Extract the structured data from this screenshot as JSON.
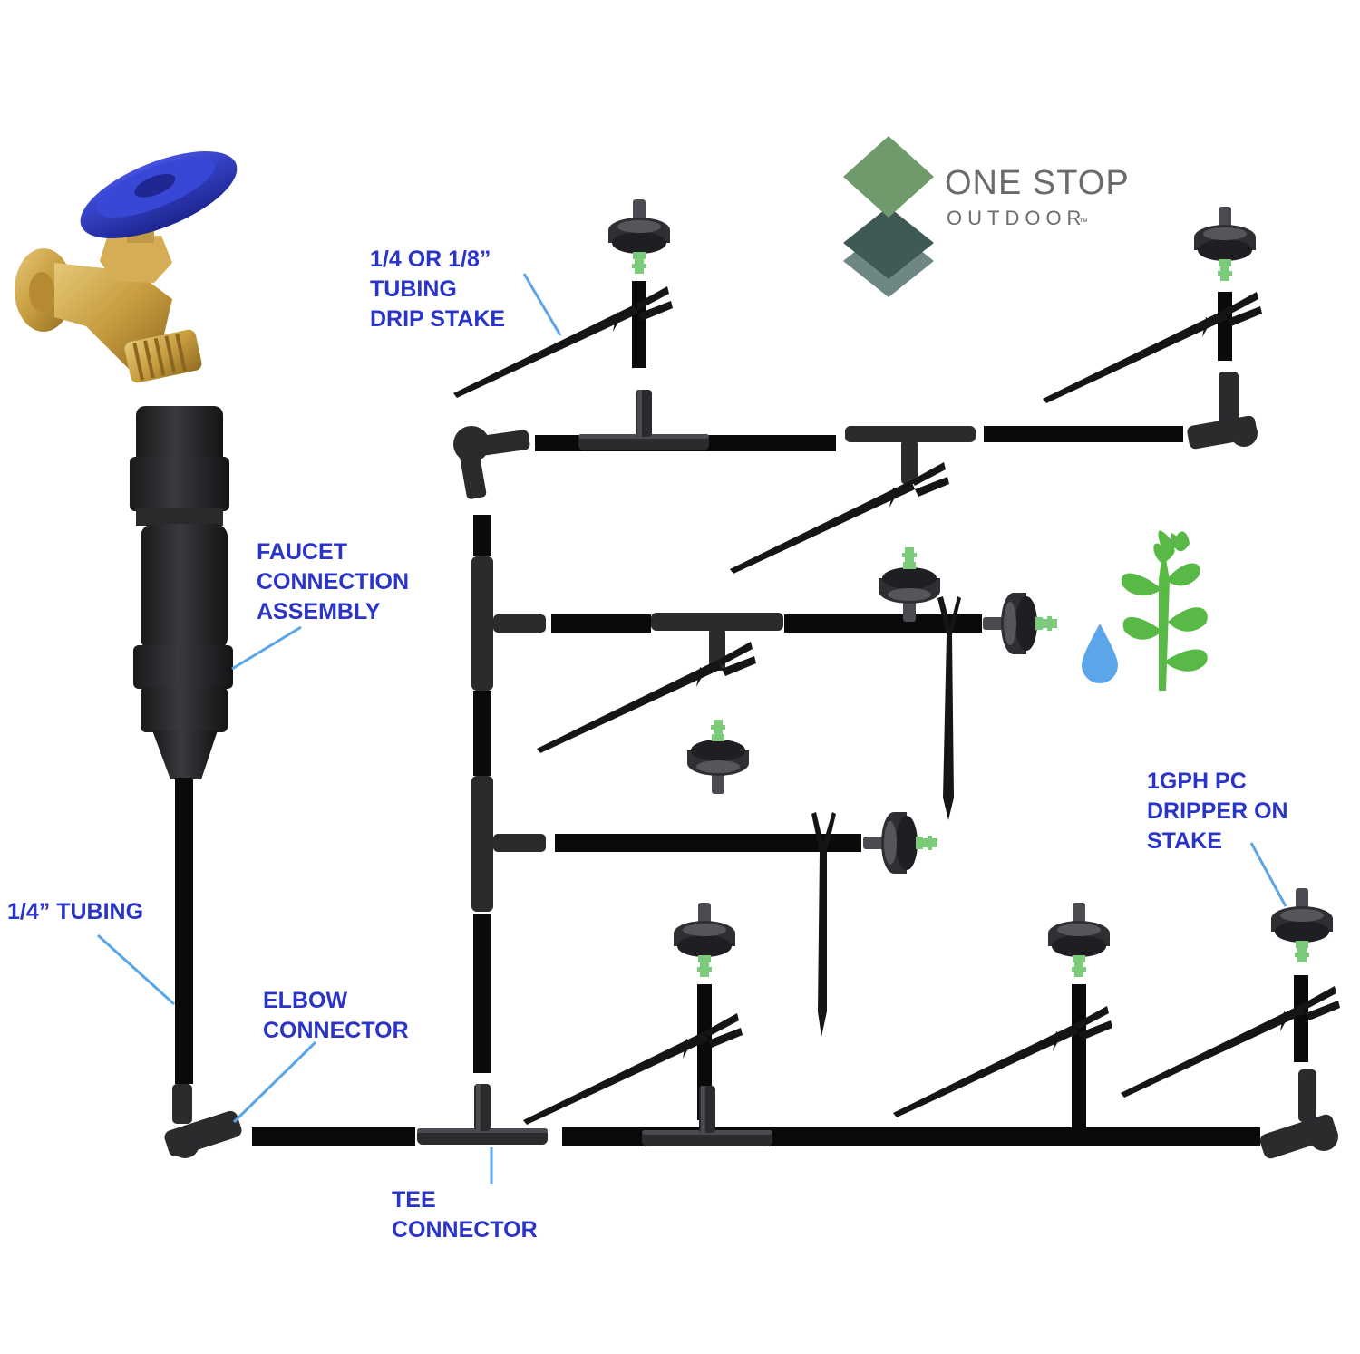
{
  "brand": {
    "name": "ONE STOP",
    "sub": "OUTDOOR",
    "tm": "™",
    "colors": {
      "top": "#6f9a6b",
      "mid": "#3f5a55",
      "bottom": "#6e8784"
    }
  },
  "labels": {
    "drip_stake": [
      "1/4 OR 1/8”",
      "TUBING",
      "DRIP STAKE"
    ],
    "faucet_assembly": [
      "FAUCET",
      "CONNECTION",
      "ASSEMBLY"
    ],
    "tubing": [
      "1/4” TUBING"
    ],
    "elbow": [
      "ELBOW",
      "CONNECTOR"
    ],
    "tee": [
      "TEE",
      "CONNECTOR"
    ],
    "dripper": [
      "1GPH PC",
      "DRIPPER ON",
      "STAKE"
    ]
  },
  "colors": {
    "label": "#2a34c8",
    "leader": "#5aa5e6",
    "tubing": "#0a0a0a",
    "barb": "#7ccb7a",
    "brass": "#c9a24a",
    "handle": "#2f3cc0",
    "water": "#5ba6e8",
    "plant": "#58b947"
  },
  "icons": [
    "faucet-icon",
    "water-drop-icon",
    "plant-icon",
    "brand-logo-icon"
  ]
}
